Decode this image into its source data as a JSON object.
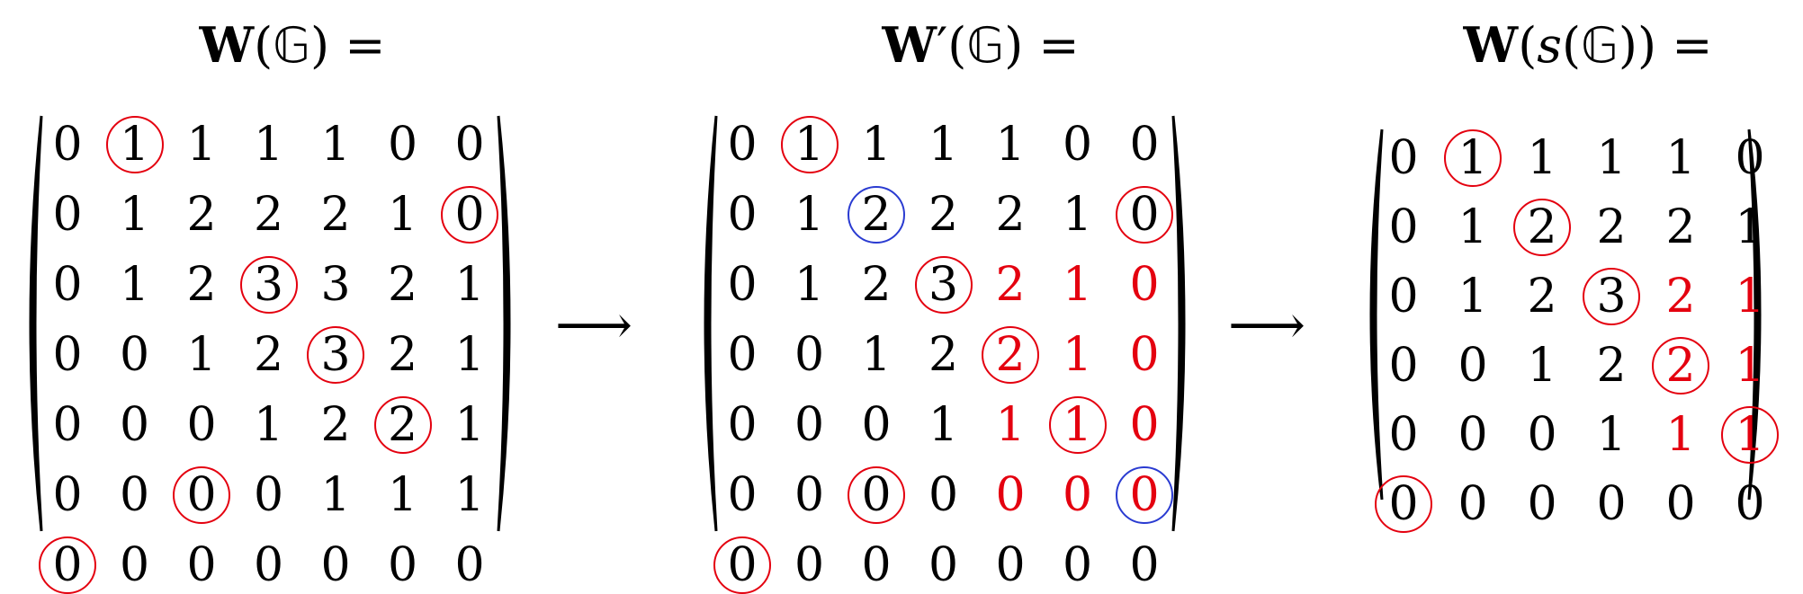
{
  "titles": {
    "left": {
      "bold": "W",
      "open": "(",
      "arg": "𝔾",
      "close": ") ="
    },
    "mid": {
      "bold": "W",
      "prime": "′",
      "open": "(",
      "arg": "𝔾",
      "close": ") ="
    },
    "right": {
      "bold": "W",
      "open": "(",
      "fn": "s",
      "open2": "(",
      "arg": "𝔾",
      "close": ")) ="
    }
  },
  "arrows": [
    "⟶",
    "⟶"
  ],
  "colors": {
    "red": "#e4000f",
    "blue": "#2a3bd1",
    "text": "#000000"
  },
  "matrices": [
    {
      "name": "W(G)",
      "rows": [
        [
          "0",
          "1",
          "1",
          "1",
          "1",
          "0",
          "0"
        ],
        [
          "0",
          "1",
          "2",
          "2",
          "2",
          "1",
          "0"
        ],
        [
          "0",
          "1",
          "2",
          "3",
          "3",
          "2",
          "1"
        ],
        [
          "0",
          "0",
          "1",
          "2",
          "3",
          "2",
          "1"
        ],
        [
          "0",
          "0",
          "0",
          "1",
          "2",
          "2",
          "1"
        ],
        [
          "0",
          "0",
          "0",
          "0",
          "1",
          "1",
          "1"
        ],
        [
          "0",
          "0",
          "0",
          "0",
          "0",
          "0",
          "0"
        ]
      ],
      "red_circled": [
        [
          0,
          1
        ],
        [
          1,
          6
        ],
        [
          2,
          3
        ],
        [
          3,
          4
        ],
        [
          4,
          5
        ],
        [
          5,
          2
        ],
        [
          6,
          0
        ]
      ],
      "blue_circled": [],
      "red_text": []
    },
    {
      "name": "W'(G)",
      "rows": [
        [
          "0",
          "1",
          "1",
          "1",
          "1",
          "0",
          "0"
        ],
        [
          "0",
          "1",
          "2",
          "2",
          "2",
          "1",
          "0"
        ],
        [
          "0",
          "1",
          "2",
          "3",
          "2",
          "1",
          "0"
        ],
        [
          "0",
          "0",
          "1",
          "2",
          "2",
          "1",
          "0"
        ],
        [
          "0",
          "0",
          "0",
          "1",
          "1",
          "1",
          "0"
        ],
        [
          "0",
          "0",
          "0",
          "0",
          "0",
          "0",
          "0"
        ],
        [
          "0",
          "0",
          "0",
          "0",
          "0",
          "0",
          "0"
        ]
      ],
      "red_circled": [
        [
          0,
          1
        ],
        [
          1,
          6
        ],
        [
          2,
          3
        ],
        [
          3,
          4
        ],
        [
          4,
          5
        ],
        [
          5,
          2
        ],
        [
          6,
          0
        ]
      ],
      "blue_circled": [
        [
          1,
          2
        ],
        [
          5,
          6
        ]
      ],
      "red_text": [
        [
          2,
          4
        ],
        [
          2,
          5
        ],
        [
          2,
          6
        ],
        [
          3,
          4
        ],
        [
          3,
          5
        ],
        [
          3,
          6
        ],
        [
          4,
          4
        ],
        [
          4,
          5
        ],
        [
          4,
          6
        ],
        [
          5,
          4
        ],
        [
          5,
          5
        ],
        [
          5,
          6
        ]
      ]
    },
    {
      "name": "W(s(G))",
      "rows": [
        [
          "0",
          "1",
          "1",
          "1",
          "1",
          "0"
        ],
        [
          "0",
          "1",
          "2",
          "2",
          "2",
          "1"
        ],
        [
          "0",
          "1",
          "2",
          "3",
          "2",
          "1"
        ],
        [
          "0",
          "0",
          "1",
          "2",
          "2",
          "1"
        ],
        [
          "0",
          "0",
          "0",
          "1",
          "1",
          "1"
        ],
        [
          "0",
          "0",
          "0",
          "0",
          "0",
          "0"
        ]
      ],
      "red_circled": [
        [
          0,
          1
        ],
        [
          1,
          2
        ],
        [
          2,
          3
        ],
        [
          3,
          4
        ],
        [
          4,
          5
        ],
        [
          5,
          0
        ]
      ],
      "blue_circled": [],
      "red_text": [
        [
          2,
          4
        ],
        [
          2,
          5
        ],
        [
          3,
          4
        ],
        [
          3,
          5
        ],
        [
          4,
          4
        ],
        [
          4,
          5
        ]
      ]
    }
  ]
}
